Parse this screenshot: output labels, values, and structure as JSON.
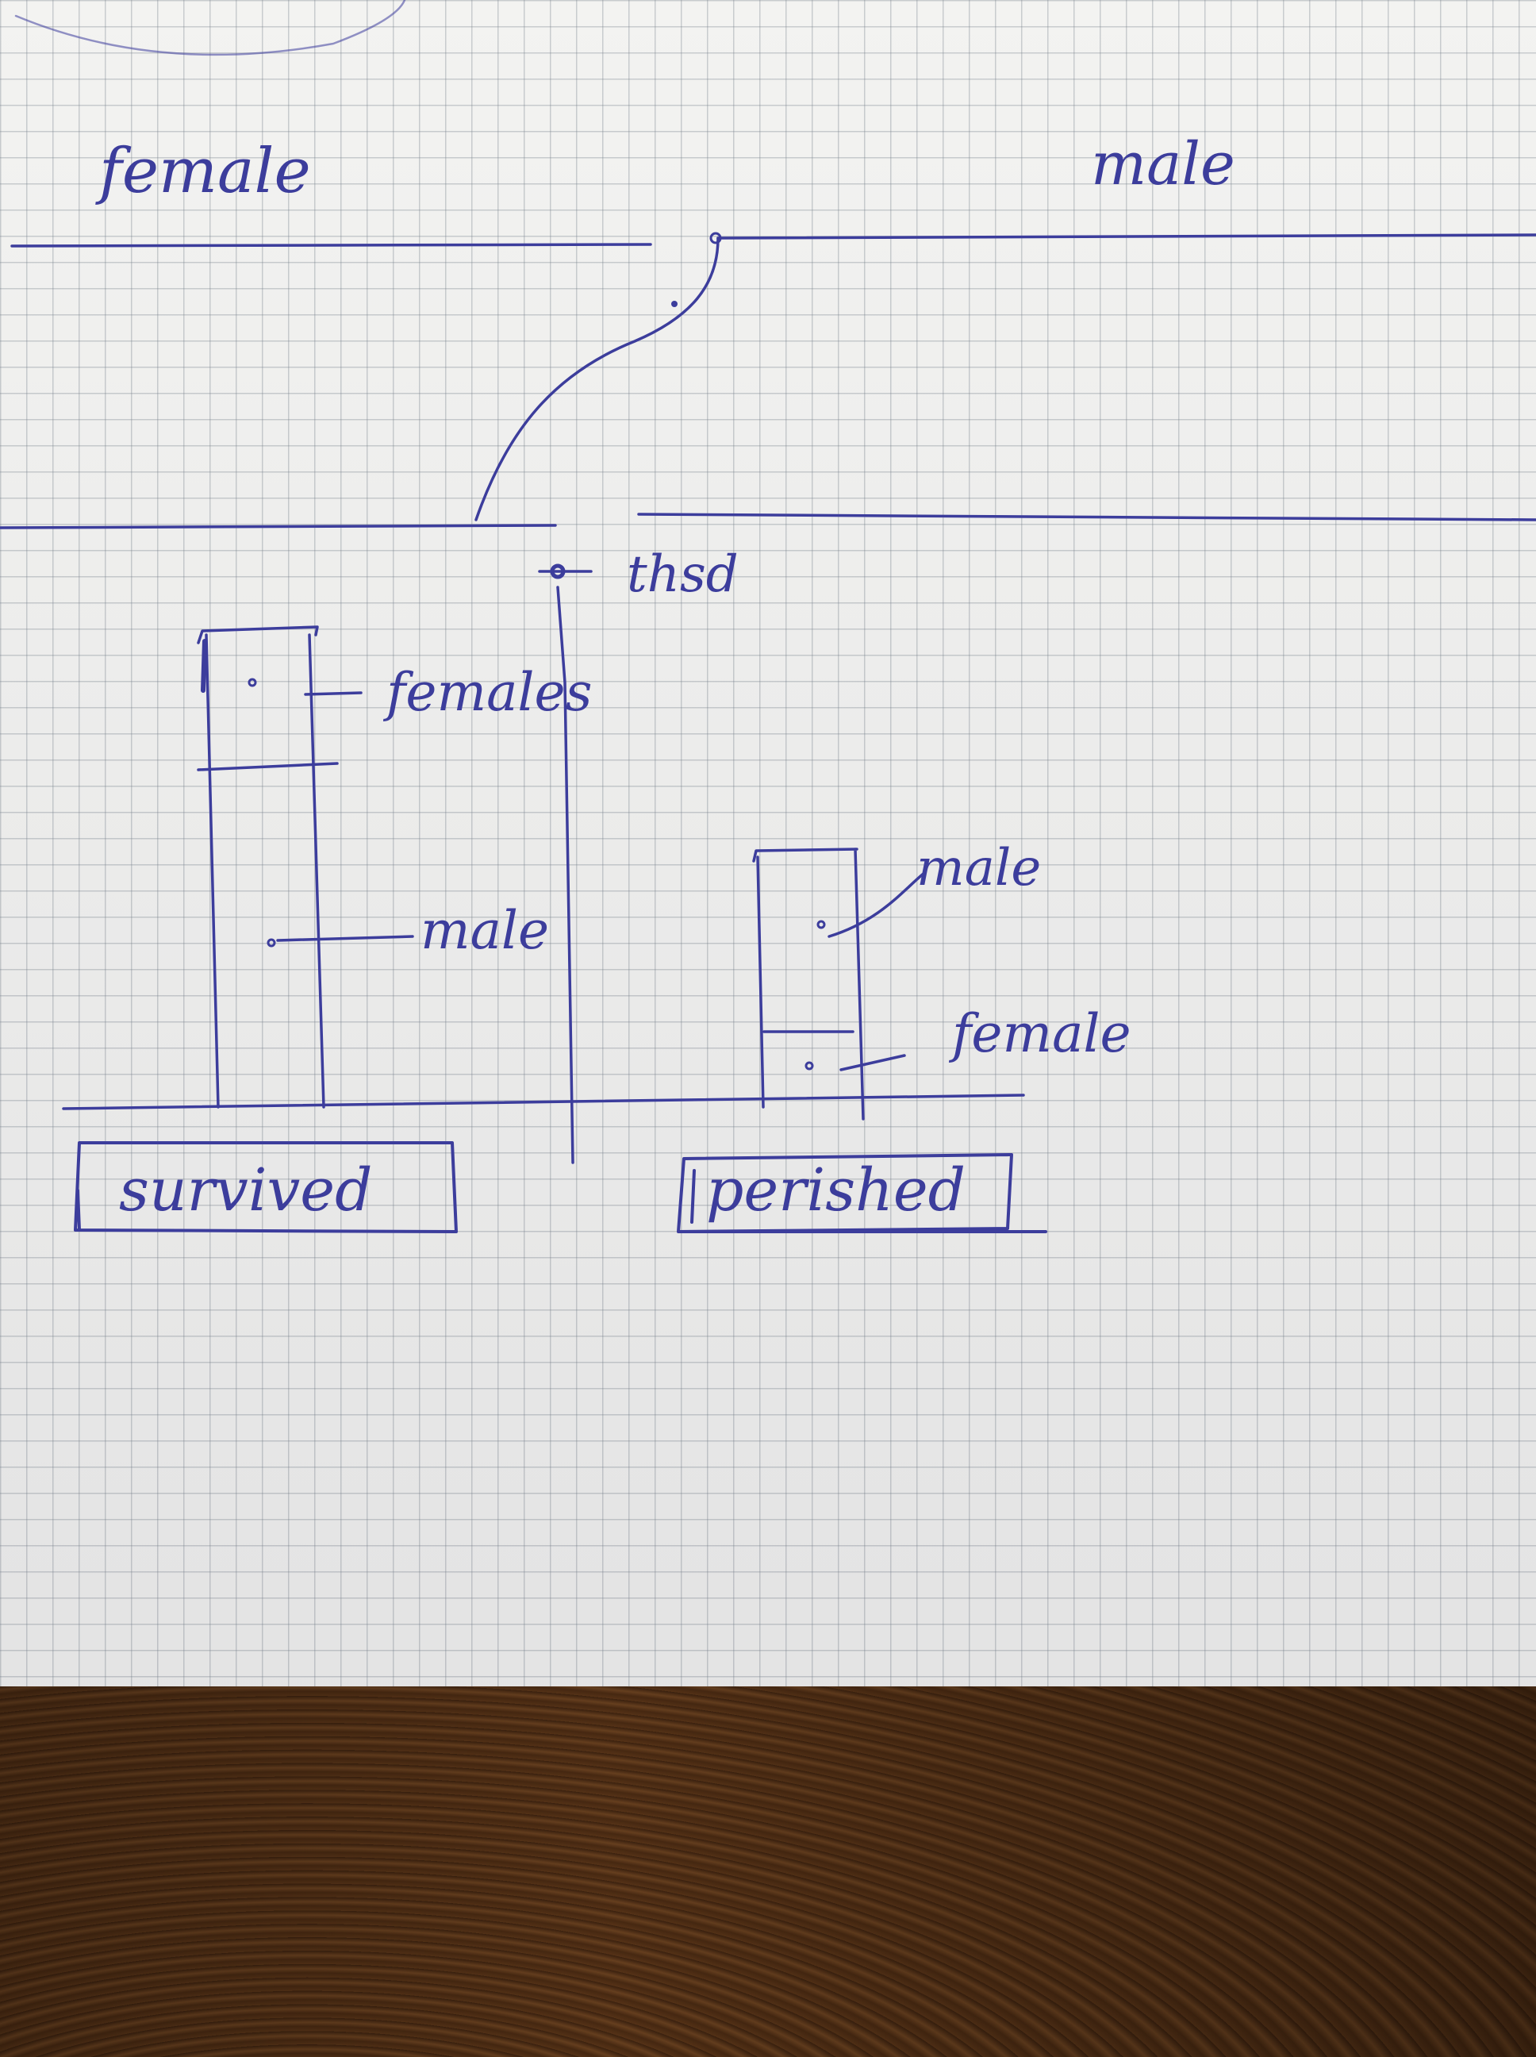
{
  "labels": {
    "top_left": "female",
    "top_right": "male",
    "threshold": "thsd",
    "left_bar_upper": "females",
    "left_bar_lower": "male",
    "right_bar_upper": "male",
    "right_bar_lower": "female",
    "box_left": "survived",
    "box_right": "perished"
  },
  "colors": {
    "ink": "#3c3d9c",
    "paper": "#f3f3f1",
    "grid": "#8a929b",
    "wood": "#4a2a12"
  }
}
